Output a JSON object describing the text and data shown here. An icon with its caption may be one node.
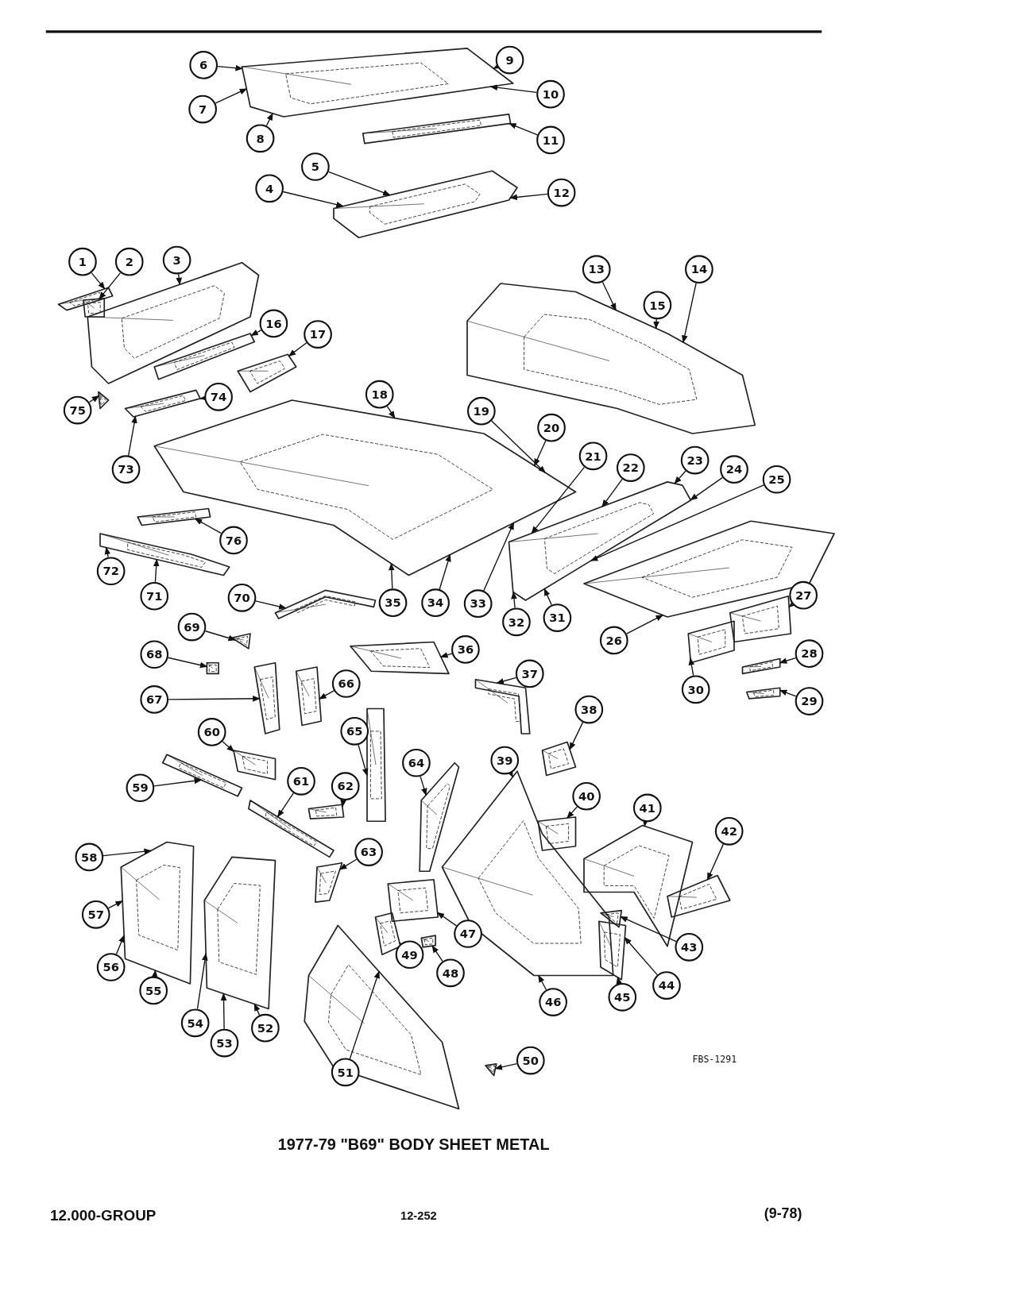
{
  "diagram": {
    "caption": "1977-79 \"B69\" BODY SHEET METAL",
    "nodes": [
      {
        "text": [
          "1"
        ]
      },
      {
        "text": [
          "2"
        ]
      },
      {
        "text": [
          "3"
        ]
      },
      {
        "text": [
          "4"
        ]
      },
      {
        "text": [
          "5"
        ]
      },
      {
        "text": [
          "6"
        ]
      },
      {
        "text": [
          "7"
        ]
      },
      {
        "text": [
          "8"
        ]
      },
      {
        "text": [
          "9"
        ]
      },
      {
        "text": [
          "10"
        ]
      },
      {
        "text": [
          "11"
        ]
      },
      {
        "text": [
          "12"
        ]
      },
      {
        "text": [
          "13"
        ]
      },
      {
        "text": [
          "14"
        ]
      },
      {
        "text": [
          "15"
        ]
      },
      {
        "text": [
          "16"
        ]
      },
      {
        "text": [
          "17"
        ]
      },
      {
        "text": [
          "18"
        ]
      },
      {
        "text": [
          "19"
        ]
      },
      {
        "text": [
          "20"
        ]
      },
      {
        "text": [
          "21"
        ]
      },
      {
        "text": [
          "22"
        ]
      },
      {
        "text": [
          "23"
        ]
      },
      {
        "text": [
          "24"
        ]
      },
      {
        "text": [
          "25"
        ]
      },
      {
        "text": [
          "26"
        ]
      },
      {
        "text": [
          "27"
        ]
      },
      {
        "text": [
          "28"
        ]
      },
      {
        "text": [
          "29"
        ]
      },
      {
        "text": [
          "30"
        ]
      },
      {
        "text": [
          "31"
        ]
      },
      {
        "text": [
          "32"
        ]
      },
      {
        "text": [
          "33"
        ]
      },
      {
        "text": [
          "34"
        ]
      },
      {
        "text": [
          "35"
        ]
      },
      {
        "text": [
          "36"
        ]
      },
      {
        "text": [
          "37"
        ]
      },
      {
        "text": [
          "38"
        ]
      },
      {
        "text": [
          "39"
        ]
      },
      {
        "text": [
          "40"
        ]
      },
      {
        "text": [
          "41"
        ]
      },
      {
        "text": [
          "42"
        ]
      },
      {
        "text": [
          "43"
        ]
      },
      {
        "text": [
          "44"
        ]
      },
      {
        "text": [
          "45"
        ]
      },
      {
        "text": [
          "46"
        ]
      },
      {
        "text": [
          "47"
        ]
      },
      {
        "text": [
          "48"
        ]
      },
      {
        "text": [
          "49"
        ]
      },
      {
        "text": [
          "50"
        ]
      },
      {
        "text": [
          "51"
        ]
      },
      {
        "text": [
          "52"
        ]
      },
      {
        "text": [
          "53"
        ]
      },
      {
        "text": [
          "54"
        ]
      },
      {
        "text": [
          "55"
        ]
      },
      {
        "text": [
          "56"
        ]
      },
      {
        "text": [
          "57"
        ]
      },
      {
        "text": [
          "58"
        ]
      },
      {
        "text": [
          "59"
        ]
      },
      {
        "text": [
          "60"
        ]
      },
      {
        "text": [
          "61"
        ]
      },
      {
        "text": [
          "62"
        ]
      },
      {
        "text": [
          "63"
        ]
      },
      {
        "text": [
          "64"
        ]
      },
      {
        "text": [
          "65"
        ]
      },
      {
        "text": [
          "66"
        ]
      },
      {
        "text": [
          "67"
        ]
      },
      {
        "text": [
          "68"
        ]
      },
      {
        "text": [
          "69"
        ]
      },
      {
        "text": [
          "70"
        ]
      },
      {
        "text": [
          "71"
        ]
      },
      {
        "text": [
          "72"
        ]
      },
      {
        "text": [
          "73"
        ]
      },
      {
        "text": [
          "74"
        ]
      },
      {
        "text": [
          "75"
        ]
      },
      {
        "text": [
          "76"
        ]
      },
      {
        "text": [],
        "shape": "picture"
      },
      {
        "text": [],
        "shape": "picture"
      },
      {
        "text": [],
        "shape": "picture"
      },
      {
        "text": [],
        "shape": "picture"
      },
      {
        "text": [],
        "shape": "picture"
      },
      {
        "text": [],
        "shape": "picture"
      },
      {
        "text": [],
        "shape": "picture"
      },
      {
        "text": [],
        "shape": "picture"
      },
      {
        "text": [],
        "shape": "picture"
      },
      {
        "text": [],
        "shape": "picture"
      },
      {
        "text": [],
        "shape": "picture"
      },
      {
        "text": [],
        "shape": "picture"
      },
      {
        "text": [],
        "shape": "picture"
      },
      {
        "text": [],
        "shape": "picture"
      },
      {
        "text": [],
        "shape": "picture"
      },
      {
        "text": [],
        "shape": "picture"
      },
      {
        "text": [],
        "shape": "picture"
      },
      {
        "text": [],
        "shape": "picture"
      },
      {
        "text": [],
        "shape": "picture"
      },
      {
        "text": [],
        "shape": "picture"
      },
      {
        "text": [],
        "shape": "picture"
      },
      {
        "text": [],
        "shape": "picture"
      },
      {
        "text": [],
        "shape": "picture"
      },
      {
        "text": [],
        "shape": "picture"
      },
      {
        "text": [],
        "shape": "picture"
      },
      {
        "text": [],
        "shape": "picture"
      },
      {
        "text": [],
        "shape": "picture"
      },
      {
        "text": [],
        "shape": "picture"
      },
      {
        "text": [],
        "shape": "picture"
      },
      {
        "text": [],
        "shape": "picture"
      },
      {
        "text": [],
        "shape": "picture"
      },
      {
        "text": [],
        "shape": "picture"
      },
      {
        "text": [],
        "shape": "picture"
      },
      {
        "text": [],
        "shape": "picture"
      },
      {
        "text": [],
        "shape": "picture"
      },
      {
        "text": [],
        "shape": "picture"
      },
      {
        "text": [],
        "shape": "picture"
      },
      {
        "text": [],
        "shape": "picture"
      },
      {
        "text": [],
        "shape": "picture"
      },
      {
        "text": [],
        "shape": "picture"
      },
      {
        "text": [],
        "shape": "picture"
      },
      {
        "text": [],
        "shape": "picture"
      },
      {
        "text": [],
        "shape": "picture"
      },
      {
        "text": [],
        "shape": "picture"
      },
      {
        "text": [],
        "shape": "picture"
      },
      {
        "text": [],
        "shape": "picture"
      },
      {
        "text": [],
        "shape": "picture"
      },
      {
        "text": [],
        "shape": "picture"
      }
    ],
    "edges": [
      {
        "from": 0,
        "to": 80,
        "arrow": "to"
      },
      {
        "from": 1,
        "to": 81,
        "arrow": "to"
      },
      {
        "from": 2,
        "to": 79,
        "arrow": "to"
      },
      {
        "from": 3,
        "to": 78,
        "arrow": "to"
      },
      {
        "from": 4,
        "to": 78,
        "arrow": "to"
      },
      {
        "from": 5,
        "to": 76,
        "arrow": "to"
      },
      {
        "from": 6,
        "to": 76,
        "arrow": "to"
      },
      {
        "from": 7,
        "to": 76,
        "arrow": "to"
      },
      {
        "from": 8,
        "to": 76,
        "arrow": "to"
      },
      {
        "from": 9,
        "to": 76,
        "arrow": "to"
      },
      {
        "from": 10,
        "to": 77,
        "arrow": "to"
      },
      {
        "from": 11,
        "to": 78,
        "arrow": "to"
      },
      {
        "from": 12,
        "to": 87,
        "arrow": "to"
      },
      {
        "from": 13,
        "to": 87,
        "arrow": "to"
      },
      {
        "from": 14,
        "to": 87,
        "arrow": "to"
      },
      {
        "from": 15,
        "to": 82,
        "arrow": "to"
      },
      {
        "from": 16,
        "to": 83,
        "arrow": "to"
      },
      {
        "from": 17,
        "to": 86,
        "arrow": "to"
      },
      {
        "from": 18,
        "to": 86,
        "arrow": "to"
      },
      {
        "from": 19,
        "to": 86,
        "arrow": "to"
      },
      {
        "from": 20,
        "to": 88,
        "arrow": "to"
      },
      {
        "from": 21,
        "to": 88,
        "arrow": "to"
      },
      {
        "from": 22,
        "to": 88,
        "arrow": "to"
      },
      {
        "from": 23,
        "to": 88,
        "arrow": "to"
      },
      {
        "from": 24,
        "to": 88,
        "arrow": "to"
      },
      {
        "from": 25,
        "to": 89,
        "arrow": "to"
      },
      {
        "from": 26,
        "to": 90,
        "arrow": "to"
      },
      {
        "from": 27,
        "to": 91,
        "arrow": "to"
      },
      {
        "from": 28,
        "to": 92,
        "arrow": "to"
      },
      {
        "from": 29,
        "to": 93,
        "arrow": "to"
      },
      {
        "from": 30,
        "to": 88,
        "arrow": "to"
      },
      {
        "from": 31,
        "to": 88,
        "arrow": "to"
      },
      {
        "from": 32,
        "to": 86,
        "arrow": "to"
      },
      {
        "from": 33,
        "to": 86,
        "arrow": "to"
      },
      {
        "from": 34,
        "to": 86,
        "arrow": "to"
      },
      {
        "from": 35,
        "to": 101,
        "arrow": "to"
      },
      {
        "from": 36,
        "to": 102,
        "arrow": "to"
      },
      {
        "from": 37,
        "to": 103,
        "arrow": "to"
      },
      {
        "from": 38,
        "to": 114,
        "arrow": "to"
      },
      {
        "from": 39,
        "to": 115,
        "arrow": "to"
      },
      {
        "from": 40,
        "to": 116,
        "arrow": "to"
      },
      {
        "from": 41,
        "to": 117,
        "arrow": "to"
      },
      {
        "from": 42,
        "to": 118,
        "arrow": "to"
      },
      {
        "from": 43,
        "to": 119,
        "arrow": "to"
      },
      {
        "from": 44,
        "to": 119,
        "arrow": "to"
      },
      {
        "from": 45,
        "to": 114,
        "arrow": "to"
      },
      {
        "from": 46,
        "to": 111,
        "arrow": "to"
      },
      {
        "from": 47,
        "to": 112,
        "arrow": "to"
      },
      {
        "from": 48,
        "to": 113,
        "arrow": "to"
      },
      {
        "from": 49,
        "to": 121,
        "arrow": "to"
      },
      {
        "from": 50,
        "to": 120,
        "arrow": "to"
      },
      {
        "from": 51,
        "to": 123,
        "arrow": "to"
      },
      {
        "from": 52,
        "to": 123,
        "arrow": "to"
      },
      {
        "from": 53,
        "to": 123,
        "arrow": "to"
      },
      {
        "from": 54,
        "to": 122,
        "arrow": "to"
      },
      {
        "from": 55,
        "to": 122,
        "arrow": "to"
      },
      {
        "from": 56,
        "to": 122,
        "arrow": "to"
      },
      {
        "from": 57,
        "to": 122,
        "arrow": "to"
      },
      {
        "from": 58,
        "to": 105,
        "arrow": "to"
      },
      {
        "from": 59,
        "to": 104,
        "arrow": "to"
      },
      {
        "from": 60,
        "to": 106,
        "arrow": "to"
      },
      {
        "from": 61,
        "to": 107,
        "arrow": "to"
      },
      {
        "from": 62,
        "to": 108,
        "arrow": "to"
      },
      {
        "from": 63,
        "to": 110,
        "arrow": "to"
      },
      {
        "from": 64,
        "to": 109,
        "arrow": "to"
      },
      {
        "from": 65,
        "to": 100,
        "arrow": "to"
      },
      {
        "from": 66,
        "to": 99,
        "arrow": "to"
      },
      {
        "from": 67,
        "to": 98,
        "arrow": "to"
      },
      {
        "from": 68,
        "to": 97,
        "arrow": "to"
      },
      {
        "from": 69,
        "to": 96,
        "arrow": "to"
      },
      {
        "from": 70,
        "to": 94,
        "arrow": "to"
      },
      {
        "from": 71,
        "to": 94,
        "arrow": "to"
      },
      {
        "from": 72,
        "to": 84,
        "arrow": "to"
      },
      {
        "from": 73,
        "to": 84,
        "arrow": "to"
      },
      {
        "from": 74,
        "to": 85,
        "arrow": "to"
      },
      {
        "from": 75,
        "to": 95,
        "arrow": "to"
      }
    ],
    "labels": [
      "FBS-1291",
      "12.000-GROUP",
      "12-252",
      "(9-78)"
    ]
  }
}
